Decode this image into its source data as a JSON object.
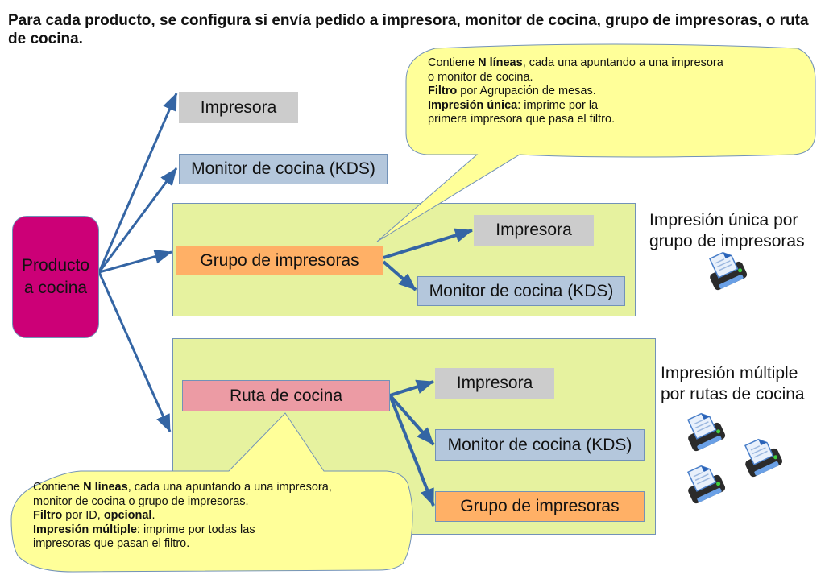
{
  "title": "Para cada producto, se configura  si envía pedido a impresora, monitor de cocina, grupo de impresoras, o ruta de cocina.",
  "product": {
    "line1": "Producto",
    "line2": "a cocina",
    "color": "#cc0077"
  },
  "direct_targets": {
    "printer": "Impresora",
    "kds": "Monitor de cocina (KDS)"
  },
  "printer_group": {
    "label": "Grupo de impresoras",
    "targets": {
      "printer": "Impresora",
      "kds": "Monitor de cocina (KDS)"
    },
    "side_label_line1": "Impresión única por",
    "side_label_line2": "grupo de impresoras",
    "printer_icon_count": 1,
    "callout": {
      "l1_pre": "Contiene ",
      "l1_bold": "N líneas",
      "l1_post": ", cada una apuntando a una impresora",
      "l2": "o monitor de cocina.",
      "l3_bold": "Filtro",
      "l3_post": " por Agrupación de mesas.",
      "l4_bold": "Impresión única",
      "l4_post": ": imprime por la",
      "l5": "primera impresora que pasa el filtro."
    }
  },
  "kitchen_route": {
    "label": "Ruta de cocina",
    "targets": {
      "printer": "Impresora",
      "kds": "Monitor de cocina (KDS)",
      "group": "Grupo de impresoras"
    },
    "side_label_line1": "Impresión múltiple",
    "side_label_line2": "por rutas de cocina",
    "printer_icon_count": 3,
    "callout": {
      "l1_pre": "Contiene ",
      "l1_bold": "N líneas",
      "l1_post": ", cada una apuntando a una impresora,",
      "l2": "monitor de cocina o grupo de impresoras.",
      "l3_bold": "Filtro",
      "l3_mid": " por ID, ",
      "l3_bold2": "opcional",
      "l3_post": ".",
      "l4_bold": "Impresión múltiple",
      "l4_post": ": imprime por todas las",
      "l5": "impresoras que pasan el filtro."
    }
  },
  "colors": {
    "arrow": "#3465a4",
    "container": "#e6f29f",
    "callout": "#ffff99",
    "printer_node": "#cccccc",
    "kds_node": "#b4c7dc",
    "group_node": "#ffb066",
    "route_node": "#ec9ba4"
  }
}
